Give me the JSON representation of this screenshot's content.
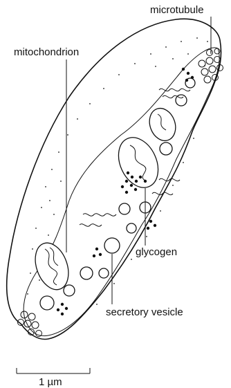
{
  "labels": {
    "microtubule": "microtubule",
    "mitochondrion": "mitochondrion",
    "glycogen": "glycogen",
    "secretory_vesicle": "secretory vesicle"
  },
  "scale_bar": {
    "label": "1 µm"
  },
  "colors": {
    "ink": "#111111",
    "background": "#ffffff"
  }
}
